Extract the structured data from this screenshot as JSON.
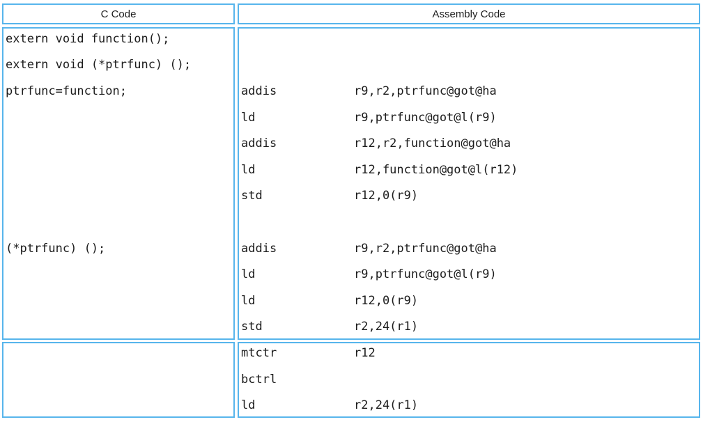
{
  "colors": {
    "border": "#57b5ec",
    "text": "#1c1c1c"
  },
  "table": {
    "columns": [
      {
        "label": "C Code"
      },
      {
        "label": "Assembly Code"
      }
    ],
    "c_code_lines": [
      "extern void function();",
      "extern void (*ptrfunc) ();",
      "ptrfunc=function;",
      "",
      "",
      "",
      "",
      "",
      "(*ptrfunc) ();",
      "",
      "",
      "",
      "",
      "",
      ""
    ],
    "assembly_lines": [
      {
        "mnemonic": "",
        "operands": ""
      },
      {
        "mnemonic": "",
        "operands": ""
      },
      {
        "mnemonic": "addis",
        "operands": "r9,r2,ptrfunc@got@ha"
      },
      {
        "mnemonic": "ld",
        "operands": "r9,ptrfunc@got@l(r9)"
      },
      {
        "mnemonic": "addis",
        "operands": "r12,r2,function@got@ha"
      },
      {
        "mnemonic": "ld",
        "operands": "r12,function@got@l(r12)"
      },
      {
        "mnemonic": "std",
        "operands": "r12,0(r9)"
      },
      {
        "mnemonic": "",
        "operands": ""
      },
      {
        "mnemonic": "addis",
        "operands": "r9,r2,ptrfunc@got@ha"
      },
      {
        "mnemonic": "ld",
        "operands": "r9,ptrfunc@got@l(r9)"
      },
      {
        "mnemonic": "ld",
        "operands": "r12,0(r9)"
      },
      {
        "mnemonic": "std",
        "operands": "r2,24(r1)"
      },
      {
        "mnemonic": "mtctr",
        "operands": "r12"
      },
      {
        "mnemonic": "bctrl",
        "operands": ""
      },
      {
        "mnemonic": "ld",
        "operands": "r2,24(r1)"
      }
    ]
  }
}
